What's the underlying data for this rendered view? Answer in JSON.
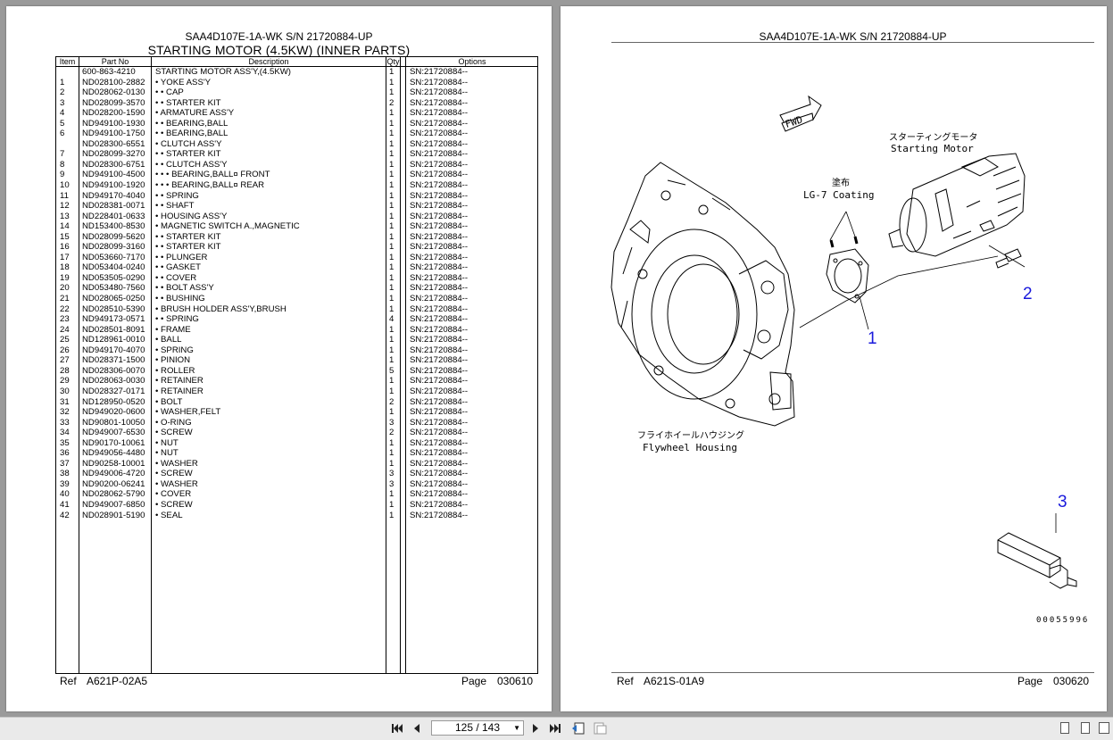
{
  "left_page": {
    "model": "SAA4D107E-1A-WK S/N 21720884-UP",
    "title": "STARTING MOTOR (4.5KW) (INNER PARTS)",
    "columns": {
      "item": "Item",
      "part_no": "Part No",
      "description": "Description",
      "qty": "Qty",
      "options": "Options"
    },
    "rows": [
      {
        "item": "",
        "part_no": "600-863-4210",
        "description": "STARTING MOTOR ASS'Y,(4.5KW)",
        "qty": "1",
        "options": "SN:21720884--"
      },
      {
        "item": "1",
        "part_no": "ND028100-2882",
        "description": "• YOKE ASS'Y",
        "qty": "1",
        "options": "SN:21720884--"
      },
      {
        "item": "2",
        "part_no": "ND028062-0130",
        "description": "• • CAP",
        "qty": "1",
        "options": "SN:21720884--"
      },
      {
        "item": "3",
        "part_no": "ND028099-3570",
        "description": "• • STARTER KIT",
        "qty": "2",
        "options": "SN:21720884--"
      },
      {
        "item": "4",
        "part_no": "ND028200-1590",
        "description": "• ARMATURE ASS'Y",
        "qty": "1",
        "options": "SN:21720884--"
      },
      {
        "item": "5",
        "part_no": "ND949100-1930",
        "description": "• • BEARING,BALL",
        "qty": "1",
        "options": "SN:21720884--"
      },
      {
        "item": "6",
        "part_no": "ND949100-1750",
        "description": "• • BEARING,BALL",
        "qty": "1",
        "options": "SN:21720884--"
      },
      {
        "item": "",
        "part_no": "ND028300-6551",
        "description": "• CLUTCH ASS'Y",
        "qty": "1",
        "options": "SN:21720884--"
      },
      {
        "item": "7",
        "part_no": "ND028099-3270",
        "description": "• • STARTER KIT",
        "qty": "1",
        "options": "SN:21720884--"
      },
      {
        "item": "8",
        "part_no": "ND028300-6751",
        "description": "• • CLUTCH ASS'Y",
        "qty": "1",
        "options": "SN:21720884--"
      },
      {
        "item": "9",
        "part_no": "ND949100-4500",
        "description": "• • • BEARING,BALL¤ FRONT",
        "qty": "1",
        "options": "SN:21720884--"
      },
      {
        "item": "10",
        "part_no": "ND949100-1920",
        "description": "• • • BEARING,BALL¤ REAR",
        "qty": "1",
        "options": "SN:21720884--"
      },
      {
        "item": "11",
        "part_no": "ND949170-4040",
        "description": "• • SPRING",
        "qty": "1",
        "options": "SN:21720884--"
      },
      {
        "item": "12",
        "part_no": "ND028381-0071",
        "description": "• • SHAFT",
        "qty": "1",
        "options": "SN:21720884--"
      },
      {
        "item": "13",
        "part_no": "ND228401-0633",
        "description": "• HOUSING ASS'Y",
        "qty": "1",
        "options": "SN:21720884--"
      },
      {
        "item": "14",
        "part_no": "ND153400-8530",
        "description": "• MAGNETIC SWITCH A.,MAGNETIC",
        "qty": "1",
        "options": "SN:21720884--"
      },
      {
        "item": "15",
        "part_no": "ND028099-5620",
        "description": "• • STARTER KIT",
        "qty": "1",
        "options": "SN:21720884--"
      },
      {
        "item": "16",
        "part_no": "ND028099-3160",
        "description": "• • STARTER KIT",
        "qty": "1",
        "options": "SN:21720884--"
      },
      {
        "item": "17",
        "part_no": "ND053660-7170",
        "description": "• • PLUNGER",
        "qty": "1",
        "options": "SN:21720884--"
      },
      {
        "item": "18",
        "part_no": "ND053404-0240",
        "description": "• • GASKET",
        "qty": "1",
        "options": "SN:21720884--"
      },
      {
        "item": "19",
        "part_no": "ND053505-0290",
        "description": "• • COVER",
        "qty": "1",
        "options": "SN:21720884--"
      },
      {
        "item": "20",
        "part_no": "ND053480-7560",
        "description": "• • BOLT ASS'Y",
        "qty": "1",
        "options": "SN:21720884--"
      },
      {
        "item": "21",
        "part_no": "ND028065-0250",
        "description": "• • BUSHING",
        "qty": "1",
        "options": "SN:21720884--"
      },
      {
        "item": "22",
        "part_no": "ND028510-5390",
        "description": "• BRUSH HOLDER ASS'Y,BRUSH",
        "qty": "1",
        "options": "SN:21720884--"
      },
      {
        "item": "23",
        "part_no": "ND949173-0571",
        "description": "• • SPRING",
        "qty": "4",
        "options": "SN:21720884--"
      },
      {
        "item": "24",
        "part_no": "ND028501-8091",
        "description": "• FRAME",
        "qty": "1",
        "options": "SN:21720884--"
      },
      {
        "item": "25",
        "part_no": "ND128961-0010",
        "description": "• BALL",
        "qty": "1",
        "options": "SN:21720884--"
      },
      {
        "item": "26",
        "part_no": "ND949170-4070",
        "description": "• SPRING",
        "qty": "1",
        "options": "SN:21720884--"
      },
      {
        "item": "27",
        "part_no": "ND028371-1500",
        "description": "• PINION",
        "qty": "1",
        "options": "SN:21720884--"
      },
      {
        "item": "28",
        "part_no": "ND028306-0070",
        "description": "• ROLLER",
        "qty": "5",
        "options": "SN:21720884--"
      },
      {
        "item": "29",
        "part_no": "ND028063-0030",
        "description": "• RETAINER",
        "qty": "1",
        "options": "SN:21720884--"
      },
      {
        "item": "30",
        "part_no": "ND028327-0171",
        "description": "• RETAINER",
        "qty": "1",
        "options": "SN:21720884--"
      },
      {
        "item": "31",
        "part_no": "ND128950-0520",
        "description": "• BOLT",
        "qty": "2",
        "options": "SN:21720884--"
      },
      {
        "item": "32",
        "part_no": "ND949020-0600",
        "description": "• WASHER,FELT",
        "qty": "1",
        "options": "SN:21720884--"
      },
      {
        "item": "33",
        "part_no": "ND90801-10050",
        "description": "• O-RING",
        "qty": "3",
        "options": "SN:21720884--"
      },
      {
        "item": "34",
        "part_no": "ND949007-6530",
        "description": "• SCREW",
        "qty": "2",
        "options": "SN:21720884--"
      },
      {
        "item": "35",
        "part_no": "ND90170-10061",
        "description": "• NUT",
        "qty": "1",
        "options": "SN:21720884--"
      },
      {
        "item": "36",
        "part_no": "ND949056-4480",
        "description": "• NUT",
        "qty": "1",
        "options": "SN:21720884--"
      },
      {
        "item": "37",
        "part_no": "ND90258-10001",
        "description": "• WASHER",
        "qty": "1",
        "options": "SN:21720884--"
      },
      {
        "item": "38",
        "part_no": "ND949006-4720",
        "description": "• SCREW",
        "qty": "3",
        "options": "SN:21720884--"
      },
      {
        "item": "39",
        "part_no": "ND90200-06241",
        "description": "• WASHER",
        "qty": "3",
        "options": "SN:21720884--"
      },
      {
        "item": "40",
        "part_no": "ND028062-5790",
        "description": "• COVER",
        "qty": "1",
        "options": "SN:21720884--"
      },
      {
        "item": "41",
        "part_no": "ND949007-6850",
        "description": "• SCREW",
        "qty": "1",
        "options": "SN:21720884--"
      },
      {
        "item": "42",
        "part_no": "ND028901-5190",
        "description": "• SEAL",
        "qty": "1",
        "options": "SN:21720884--"
      }
    ],
    "ref_label": "Ref",
    "ref": "A621P-02A5",
    "page_label": "Page",
    "page": "030610"
  },
  "right_page": {
    "model": "SAA4D107E-1A-WK S/N 21720884-UP",
    "fwd_label": "FWD",
    "starting_motor_jp": "スターティングモータ",
    "starting_motor_en": "Starting Motor",
    "coating_jp": "塗布",
    "coating_en": "LG-7 Coating",
    "flywheel_jp": "フライホイールハウジング",
    "flywheel_en": "Flywheel Housing",
    "callouts": [
      "1",
      "2",
      "3"
    ],
    "drawing_no": "00055996",
    "ref_label": "Ref",
    "ref": "A621S-01A9",
    "page_label": "Page",
    "page": "030620"
  },
  "toolbar": {
    "page_indicator": "125 / 143",
    "icons": [
      "first-page-icon",
      "prev-page-icon",
      "next-page-icon",
      "last-page-icon",
      "prev-view-icon",
      "next-view-icon",
      "single-page-icon",
      "continuous-icon",
      "facing-icon"
    ]
  }
}
